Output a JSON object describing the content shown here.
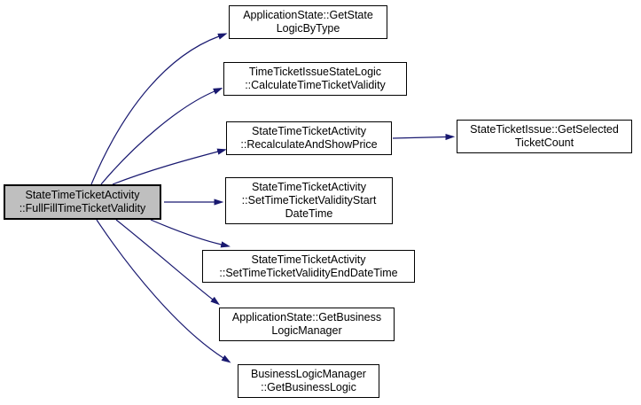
{
  "diagram": {
    "type": "call-graph",
    "background_color": "#ffffff",
    "edge_color": "#191970",
    "node_border_color": "#000000",
    "node_fill_color": "#ffffff",
    "highlighted_node_fill_color": "#bfbfbf",
    "nodes": [
      {
        "id": "main",
        "label": "StateTimeTicketActivity\n::FullFillTimeTicketValidity",
        "highlighted": true
      },
      {
        "id": "get-state-logic-by-type",
        "label": "ApplicationState::GetState\nLogicByType",
        "highlighted": false
      },
      {
        "id": "calculate-time-ticket-validity",
        "label": "TimeTicketIssueStateLogic\n::CalculateTimeTicketValidity",
        "highlighted": false
      },
      {
        "id": "recalculate-and-show-price",
        "label": "StateTimeTicketActivity\n::RecalculateAndShowPrice",
        "highlighted": false
      },
      {
        "id": "get-selected-ticket-count",
        "label": "StateTicketIssue::GetSelected\nTicketCount",
        "highlighted": false
      },
      {
        "id": "set-time-ticket-validity-start-date-time",
        "label": "StateTimeTicketActivity\n::SetTimeTicketValidityStart\nDateTime",
        "highlighted": false
      },
      {
        "id": "set-time-ticket-validity-end-date-time",
        "label": "StateTimeTicketActivity\n::SetTimeTicketValidityEndDateTime",
        "highlighted": false
      },
      {
        "id": "get-business-logic-manager",
        "label": "ApplicationState::GetBusiness\nLogicManager",
        "highlighted": false
      },
      {
        "id": "get-business-logic",
        "label": "BusinessLogicManager\n::GetBusinessLogic",
        "highlighted": false
      }
    ],
    "edges": [
      {
        "from": "main",
        "to": "get-state-logic-by-type"
      },
      {
        "from": "main",
        "to": "calculate-time-ticket-validity"
      },
      {
        "from": "main",
        "to": "recalculate-and-show-price"
      },
      {
        "from": "main",
        "to": "set-time-ticket-validity-start-date-time"
      },
      {
        "from": "main",
        "to": "set-time-ticket-validity-end-date-time"
      },
      {
        "from": "main",
        "to": "get-business-logic-manager"
      },
      {
        "from": "main",
        "to": "get-business-logic"
      },
      {
        "from": "recalculate-and-show-price",
        "to": "get-selected-ticket-count"
      }
    ]
  }
}
